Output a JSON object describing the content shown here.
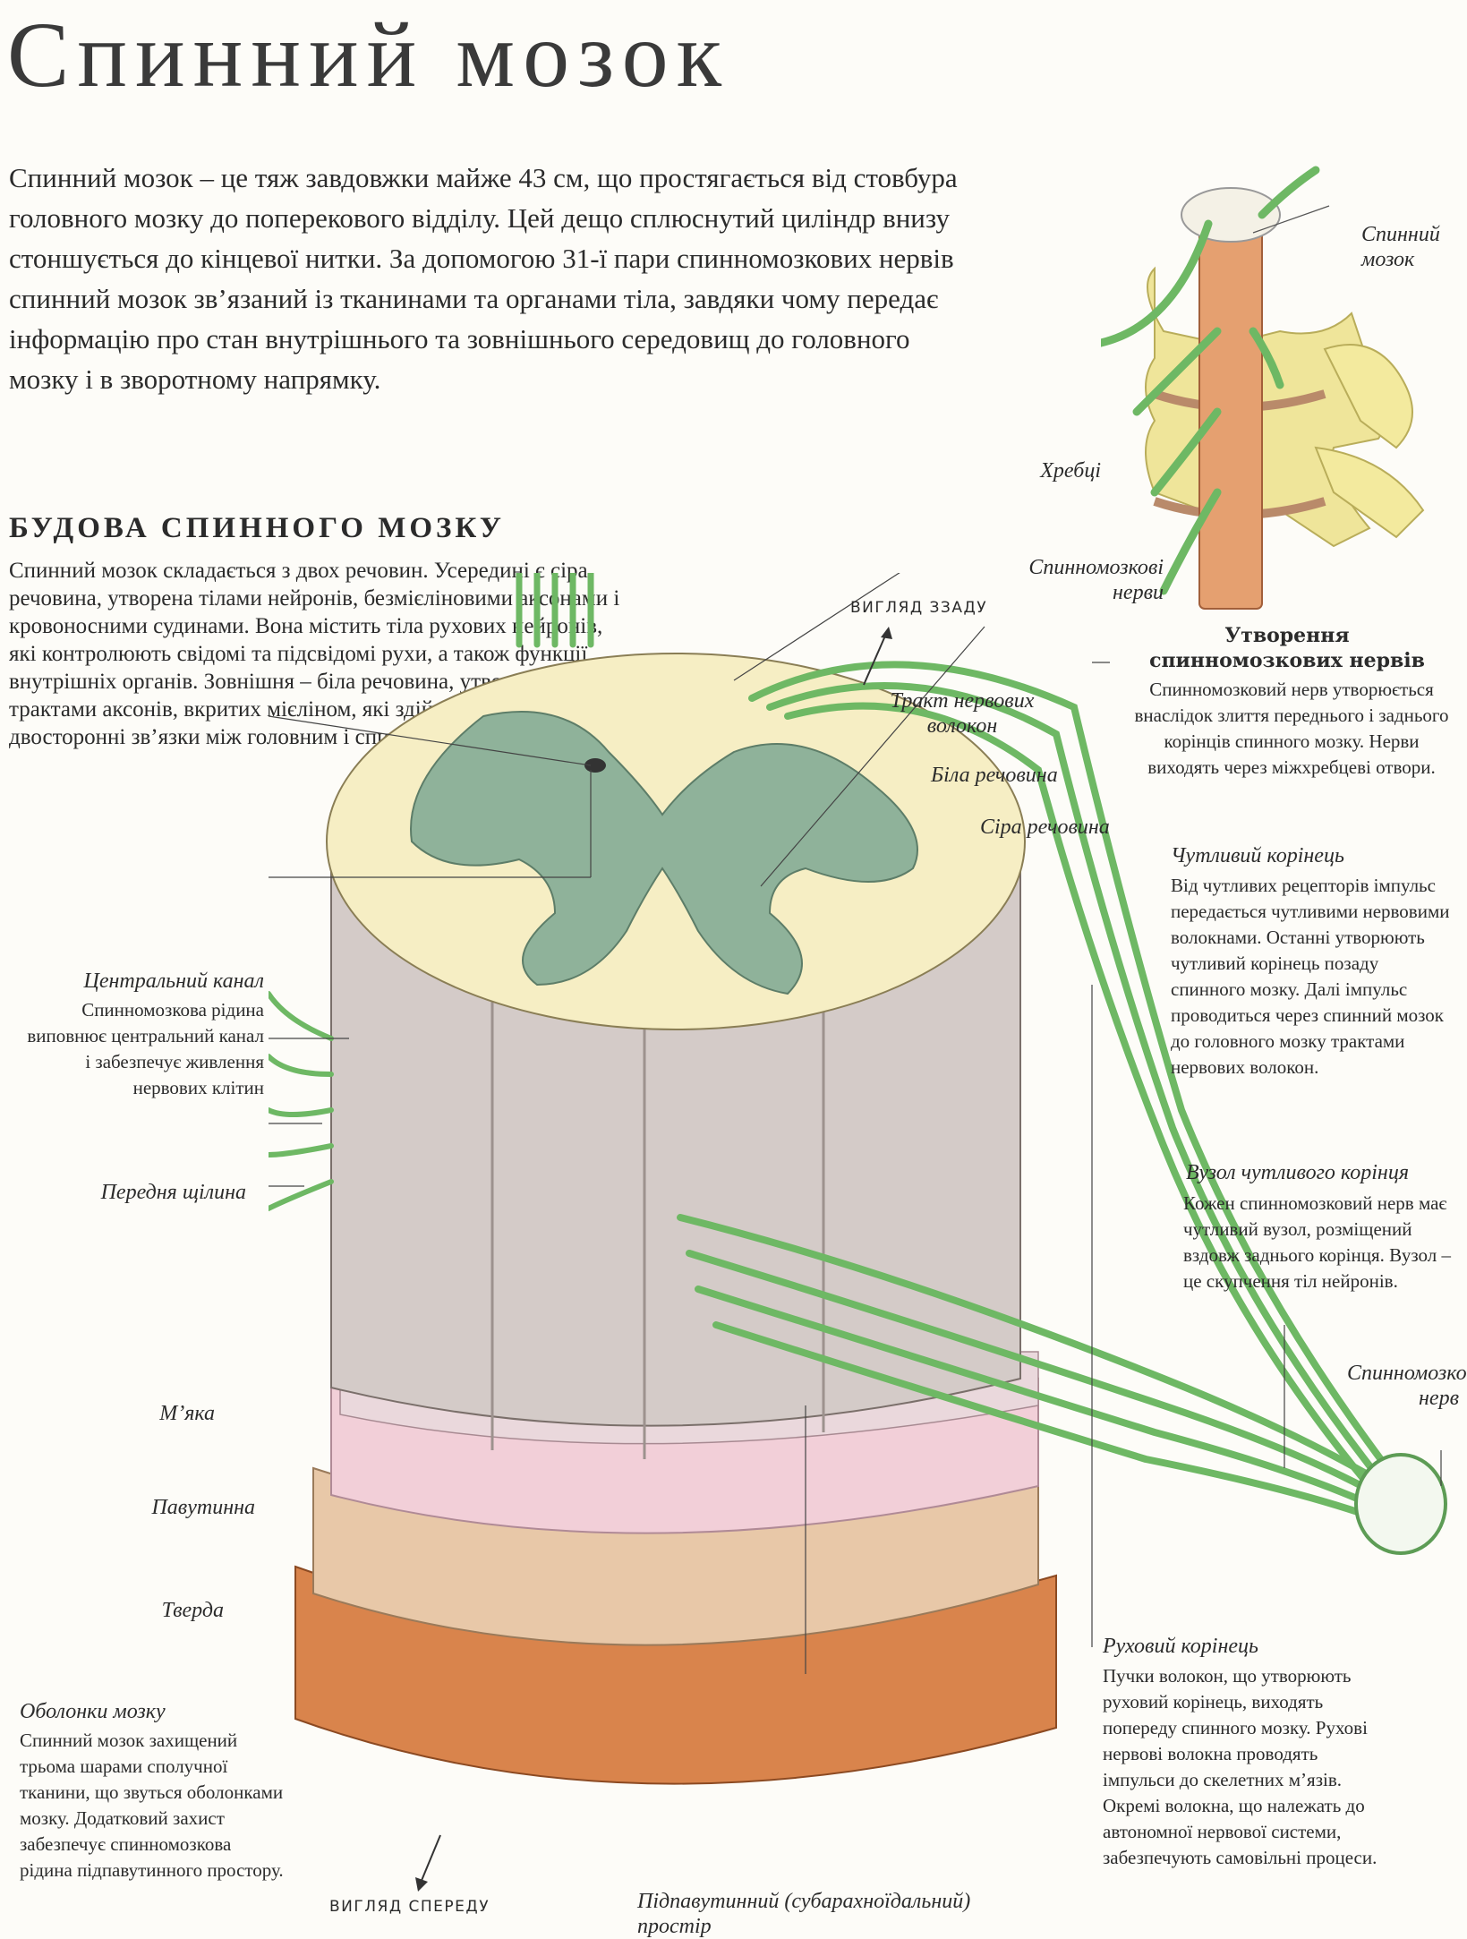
{
  "title": "Спинний мозок",
  "intro": "Спинний мозок – це тяж завдовжки майже 43 см, що простягається від стовбура головного мозку до поперекового відділу. Цей дещо сплюснутий циліндр внизу стоншується до кінцевої нитки. За допомогою 31-ї пари спинномозкових нервів спинний мозок зв’язаний із тканинами та органами тіла, завдяки чому передає інформацію про стан внутрішнього та зовнішнього середовищ до головного мозку і в зворотному напрямку.",
  "structure": {
    "heading": "БУДОВА СПИННОГО МОЗКУ",
    "text": "Спинний мозок складається з двох речовин. Усередині є сіра речовина, утворена тілами нейронів, безмієліновими аксонами і кровоносними судинами. Вона містить тіла рухових нейронів, які контролюють свідомі та підсвідомі рухи, а також функції внутрішніх органів. Зовнішня – біла речовина, утворена трактами аксонів, вкритих мієліном, які здійснюють двосторонні зв’язки між головним і спинним мозком."
  },
  "inset": {
    "label_cord": "Спинний мозок",
    "label_vertebrae": "Хребці",
    "label_nerves": "Спинномозкові нерви",
    "caption_title": "Утворення спинномозкових нервів",
    "caption_text": "Спинномозковий нерв утворюється внаслідок злиття переднього і заднього корінців спинного мозку. Нерви виходять через міжхребцеві отвори."
  },
  "labels": {
    "view_back": "ВИГЛЯД ЗЗАДУ",
    "view_front": "ВИГЛЯД СПЕРЕДУ",
    "tract": "Тракт нервових волокон",
    "white_matter": "Біла речовина",
    "grey_matter": "Сіра речовина",
    "central_canal": "Центральний канал",
    "central_canal_desc": "Спинномозкова рідина виповнює центральний канал і забезпечує живлення нервових клітин",
    "anterior_fissure": "Передня щілина",
    "pia": "М’яка",
    "arachnoid": "Павутинна",
    "dura": "Тверда",
    "meninges": "Оболонки мозку",
    "meninges_desc": "Спинний мозок захищений трьома шарами сполучної тканини, що звуться оболонками мозку. Додатковий захист забезпечує спинномозкова рідина підпавутинного простору.",
    "subarachnoid": "Підпавутинний (субарахноїдальний) простір",
    "sensory_root": "Чутливий корінець",
    "sensory_root_desc": "Від чутливих рецепторів імпульс передається чутливими нервовими волокнами. Останні утворюють чутливий корінець позаду спинного мозку. Далі імпульс проводиться через спинний мозок до головного мозку трактами нервових волокон.",
    "ganglion": "Вузол чутливого корінця",
    "ganglion_desc": "Кожен спинномозковий нерв має чутливий вузол, розміщений вздовж заднього корінця. Вузол – це скупчення тіл нейронів.",
    "spinal_nerve": "Спинномозковий нерв",
    "motor_root": "Руховий корінець",
    "motor_root_desc": "Пучки волокон, що утворюють руховий корінець, виходять попереду спинного мозку. Рухові нервові волокна проводять імпульси до скелетних м’язів. Окремі волокна, що належать до автономної нервової системи, забезпечують самовільні процеси."
  },
  "colors": {
    "white_matter": "#f6eec4",
    "grey_matter": "#8fb29a",
    "nerve": "#8fcf86",
    "pia": "#d9cfcf",
    "arachnoid": "#f2cfd8",
    "dura": "#e8c8a8",
    "bone": "#efe59a",
    "outer": "#d9844c"
  }
}
